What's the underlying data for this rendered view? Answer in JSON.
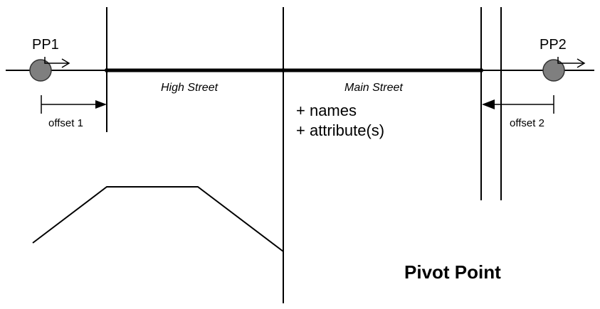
{
  "points": {
    "pp1": {
      "label": "PP1",
      "color": "#7f7f7f"
    },
    "pp2": {
      "label": "PP2",
      "color": "#7f7f7f"
    }
  },
  "streets": {
    "high": "High Street",
    "main": "Main Street"
  },
  "offsets": {
    "offset1": "offset 1",
    "offset2": "offset 2"
  },
  "attributes": {
    "line1": "+ names",
    "line2": "+ attribute(s)"
  },
  "title": "Pivot Point"
}
